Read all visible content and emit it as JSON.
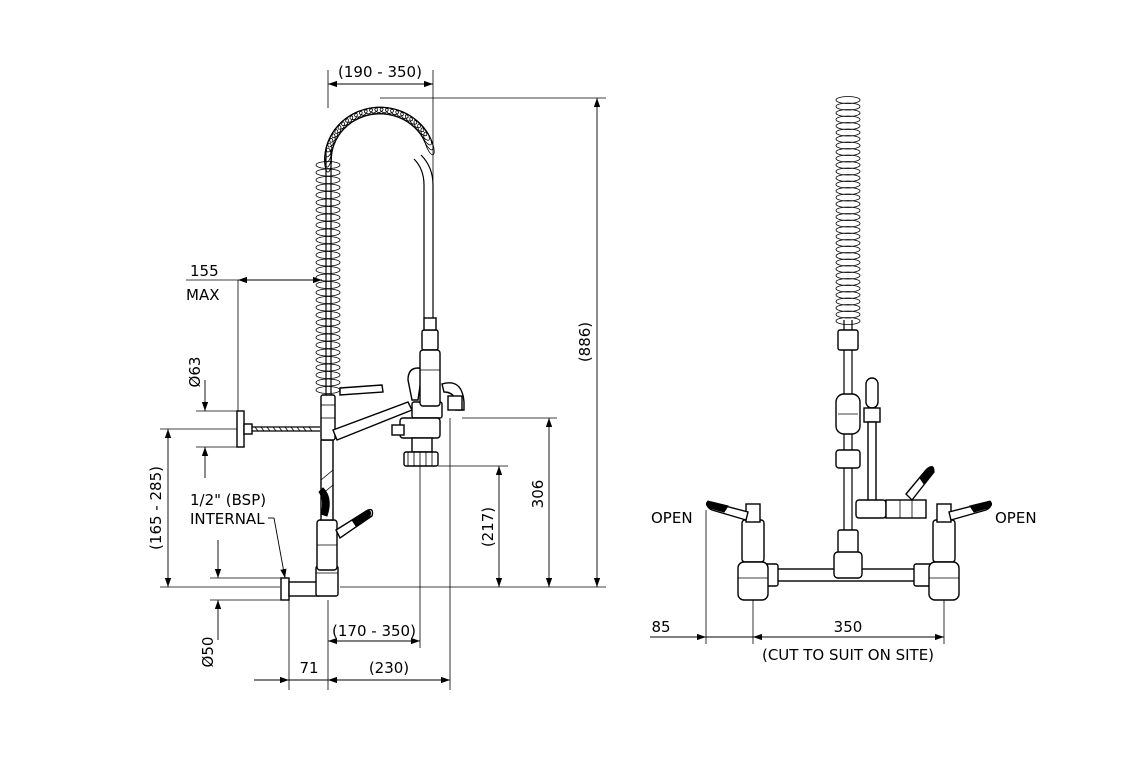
{
  "side_view": {
    "dims": {
      "reach": "(190 - 350)",
      "overall_height": "(886)",
      "clearance_value": "155",
      "clearance_max": "MAX",
      "flange_dia": "Ø63",
      "height_range": "(165 - 285)",
      "thread_size": "1/2\" (BSP)",
      "thread_type": "INTERNAL",
      "spout_height": "306",
      "nozzle_height": "(217)",
      "spout_reach": "(170 - 350)",
      "inlet_dia": "Ø50",
      "wall_offset": "71",
      "nozzle_reach": "(230)"
    }
  },
  "front_view": {
    "dims": {
      "open_left": "OPEN",
      "open_right": "OPEN",
      "side_offset": "85",
      "centres": "350",
      "centres_note": "(CUT TO SUIT ON SITE)"
    }
  }
}
